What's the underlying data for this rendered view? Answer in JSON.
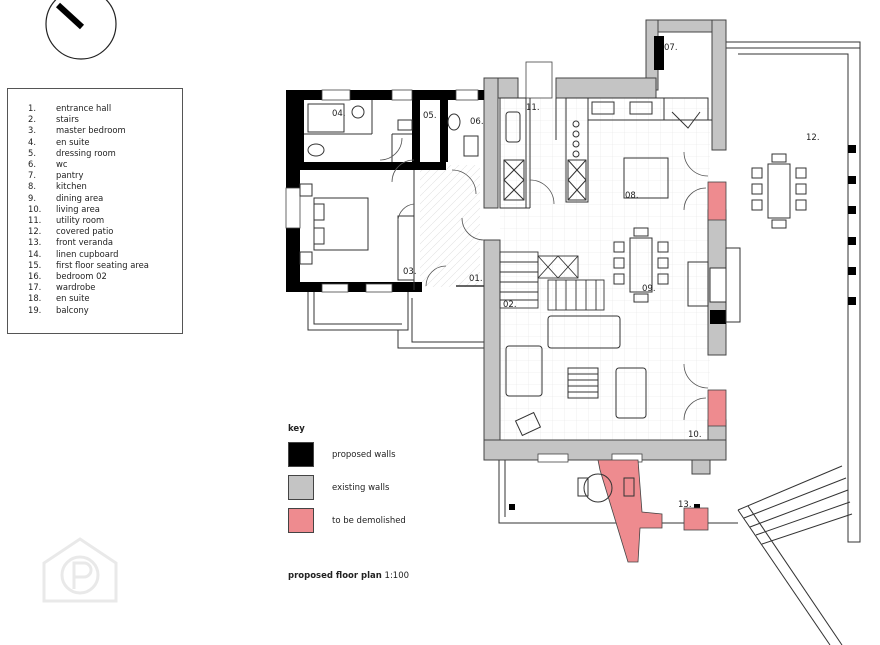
{
  "legend": {
    "items": [
      {
        "num": "1.",
        "label": "entrance hall"
      },
      {
        "num": "2.",
        "label": "stairs"
      },
      {
        "num": "3.",
        "label": "master bedroom"
      },
      {
        "num": "4.",
        "label": "en suite"
      },
      {
        "num": "5.",
        "label": "dressing room"
      },
      {
        "num": "6.",
        "label": "wc"
      },
      {
        "num": "7.",
        "label": "pantry"
      },
      {
        "num": "8.",
        "label": "kitchen"
      },
      {
        "num": "9.",
        "label": "dining area"
      },
      {
        "num": "10.",
        "label": "living area"
      },
      {
        "num": "11.",
        "label": "utility room"
      },
      {
        "num": "12.",
        "label": "covered patio"
      },
      {
        "num": "13.",
        "label": "front veranda"
      },
      {
        "num": "14.",
        "label": "linen cupboard"
      },
      {
        "num": "15.",
        "label": "first floor seating area"
      },
      {
        "num": "16.",
        "label": "bedroom 02"
      },
      {
        "num": "17.",
        "label": "wardrobe"
      },
      {
        "num": "18.",
        "label": "en suite"
      },
      {
        "num": "19.",
        "label": "balcony"
      }
    ]
  },
  "key": {
    "title": "key",
    "items": [
      {
        "label": "proposed walls",
        "color": "#000000"
      },
      {
        "label": "existing walls",
        "color": "#c4c4c4"
      },
      {
        "label": "to be demolished",
        "color": "#ee8b8f"
      }
    ]
  },
  "scale": {
    "bold": "proposed floor plan",
    "value": "1:100"
  },
  "rooms": {
    "r01": "01.",
    "r02": "02.",
    "r03": "03.",
    "r04": "04.",
    "r05": "05.",
    "r06": "06.",
    "r07": "07.",
    "r08": "08.",
    "r09": "09.",
    "r10": "10.",
    "r11": "11.",
    "r12": "12.",
    "r13": "13."
  },
  "colors": {
    "proposed": "#000000",
    "existing": "#c4c4c4",
    "demolish": "#ee8b8f"
  },
  "icons": [
    "north-arrow-icon",
    "watermark-logo-icon"
  ]
}
